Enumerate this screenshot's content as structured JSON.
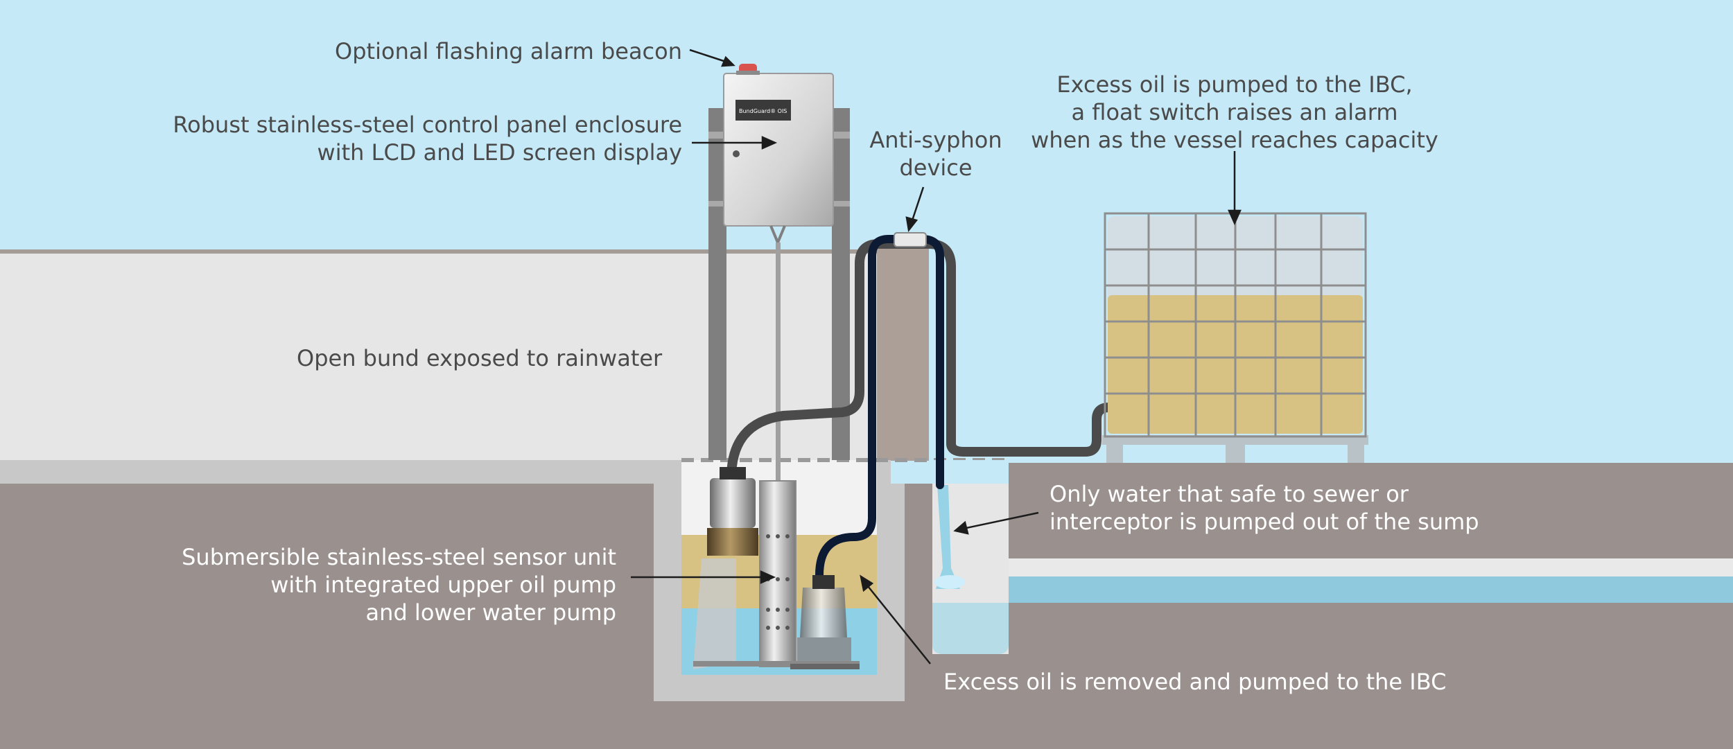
{
  "panel_badge": "BundGuard® OIS",
  "labels": {
    "beacon": [
      "Optional flashing alarm beacon"
    ],
    "control_panel": [
      "Robust stainless-steel control panel enclosure",
      "with LCD and LED screen display"
    ],
    "anti_syphon": [
      "Anti-syphon",
      "device"
    ],
    "ibc": [
      "Excess oil is pumped to the IBC,",
      "a float switch raises an alarm",
      "when as the vessel reaches capacity"
    ],
    "open_bund": [
      "Open bund exposed to rainwater"
    ],
    "water_out": [
      "Only water that safe to sewer or",
      "interceptor is pumped out of the sump"
    ],
    "sensor_unit": [
      "Submersible stainless-steel sensor unit",
      "with integrated upper oil pump",
      "and lower water pump"
    ],
    "oil_removed": [
      "Excess oil is removed and pumped to the IBC"
    ]
  },
  "colors": {
    "sky": "#c5e9f7",
    "ground": "#9a908e",
    "bund_wall": "#e6e6e6",
    "oil": "#d8c283",
    "water": "#8ed0e6",
    "text_dark": "#4a4a4a",
    "text_light": "#ffffff",
    "hose": "#4b4b4b",
    "water_hose": "#0c1a33",
    "beacon": "#d9534f"
  }
}
